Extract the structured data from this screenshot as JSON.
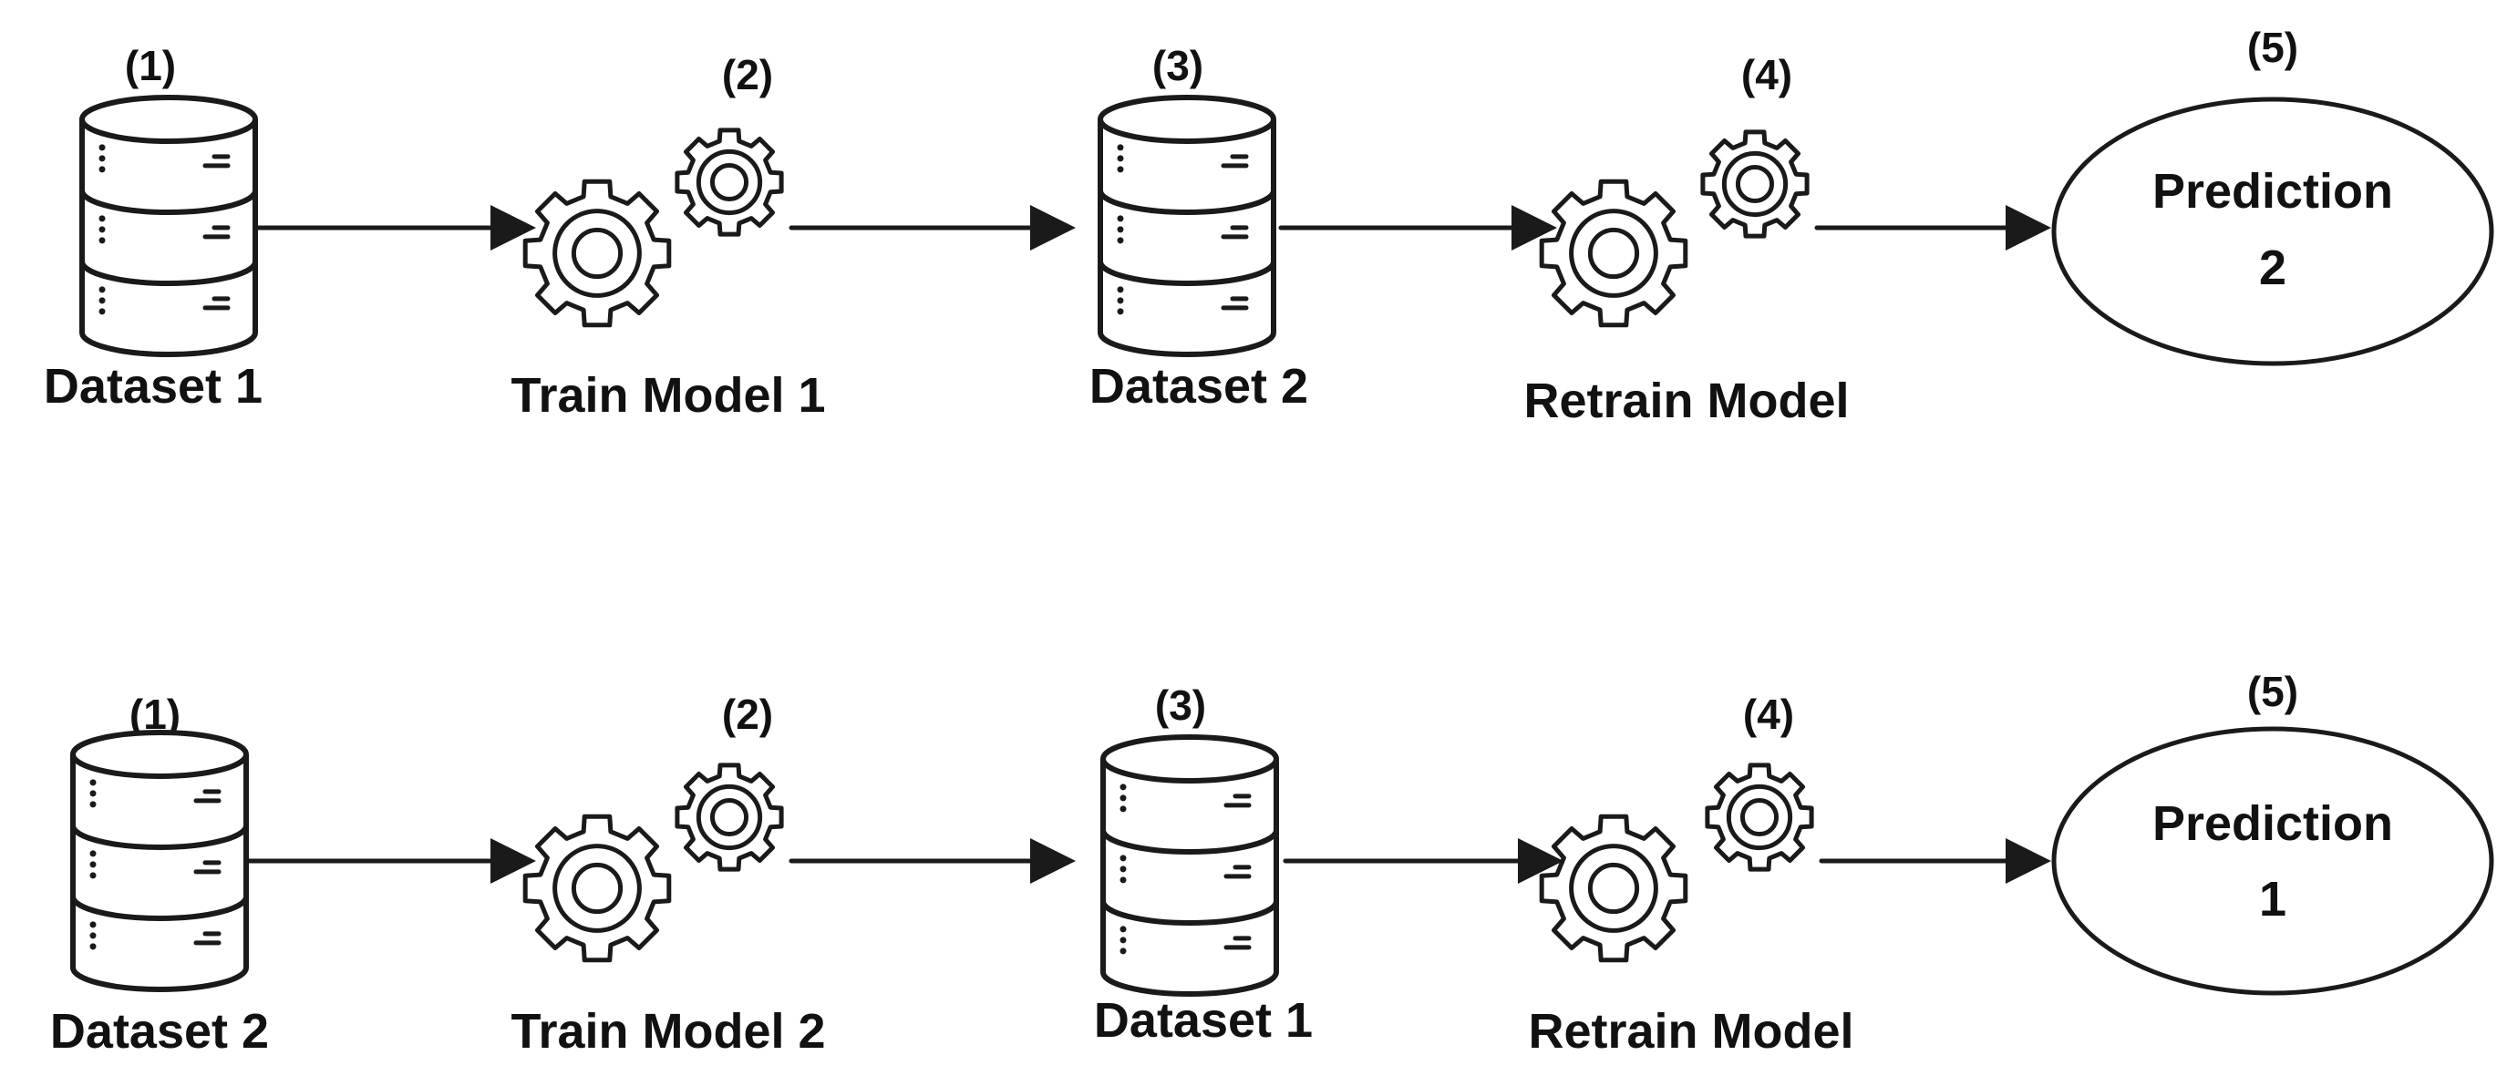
{
  "rows": [
    {
      "steps": [
        "(1)",
        "(2)",
        "(3)",
        "(4)",
        "(5)"
      ],
      "labels": [
        "Dataset 1",
        "Train Model 1",
        "Dataset 2",
        "Retrain Model"
      ],
      "prediction": [
        "Prediction",
        "2"
      ]
    },
    {
      "steps": [
        "(1)",
        "(2)",
        "(3)",
        "(4)",
        "(5)"
      ],
      "labels": [
        "Dataset 2",
        "Train Model 2",
        "Dataset 1",
        "Retrain Model"
      ],
      "prediction": [
        "Prediction",
        "1"
      ]
    }
  ],
  "icons": {
    "dataset": "database-icon",
    "model": "gears-icon"
  },
  "colors": {
    "stroke": "#1a1a1a",
    "text": "#111111",
    "background": "#ffffff"
  }
}
